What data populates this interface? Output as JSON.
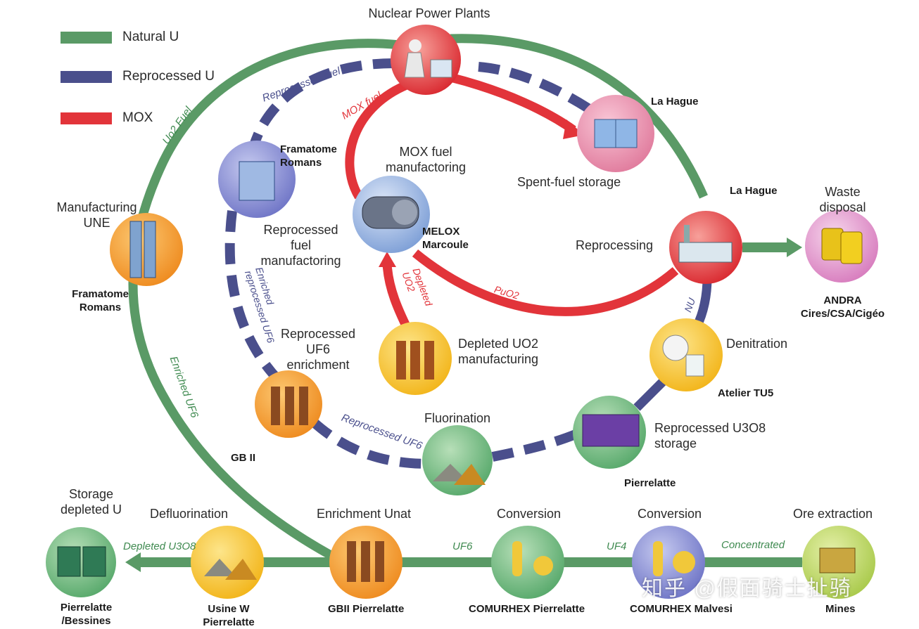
{
  "colors": {
    "natural_u": "#5a9a66",
    "reprocessed_u": "#4a4f8c",
    "mox": "#e2343a"
  },
  "legend": {
    "natural_u": "Natural U",
    "reprocessed_u": "Reprocessed U",
    "mox": "MOX"
  },
  "nodes": {
    "nuclear_power_plants": {
      "title": "Nuclear Power Plants"
    },
    "la_hague_top": {
      "site": "La Hague"
    },
    "spent_fuel_storage": {
      "title": "Spent-fuel storage"
    },
    "reprocessing": {
      "site": "La Hague",
      "title": "Reprocessing"
    },
    "waste_disposal": {
      "title": "Waste\ndisposal",
      "site": "ANDRA\nCires/CSA/Cigéo"
    },
    "mox_fuel_manufacturing": {
      "title": "MOX fuel\nmanufactoring",
      "site": "MELOX\nMarcoule"
    },
    "framatome_romans_top": {
      "site": "Framatome\nRomans"
    },
    "reprocessed_fuel_manufacturing": {
      "title": "Reprocessed\nfuel\nmanufactoring"
    },
    "manufacturing_une": {
      "title": "Manufacturing\nUNE",
      "site": "Framatome\nRomans"
    },
    "reprocessed_uf6_enrichment": {
      "title": "Reprocessed\nUF6\nenrichment",
      "site": "GB II"
    },
    "depleted_uo2_manufacturing": {
      "title": "Depleted UO2\nmanufacturing"
    },
    "denitration": {
      "title": "Denitration",
      "site": "Atelier TU5"
    },
    "fluorination": {
      "title": "Fluorination"
    },
    "reprocessed_u3o8_storage": {
      "title": "Reprocessed U3O8\nstorage",
      "site": "Pierrelatte"
    },
    "storage_depleted_u": {
      "title": "Storage\ndepleted U",
      "site": "Pierrelatte\n/Bessines"
    },
    "defluorination": {
      "title": "Defluorination",
      "site": "Usine W\nPierrelatte"
    },
    "enrichment_unat": {
      "title": "Enrichment Unat",
      "site": "GBII Pierrelatte"
    },
    "conversion_pierrelatte": {
      "title": "Conversion",
      "site": "COMURHEX Pierrelatte"
    },
    "conversion_malvesi": {
      "title": "Conversion",
      "site": "COMURHEX Malvesi"
    },
    "ore_extraction": {
      "title": "Ore extraction",
      "site": "Mines"
    }
  },
  "flow_labels": {
    "uo2_fuel": "Uo2 Fuel",
    "reprocessed_fuel": "Reprocessed fuel",
    "mox_fuel": "MOX fuel",
    "enriched_reprocessed_uf6": "Enriched\nreprocessed UF6",
    "enriched_uf6": "Enriched UF6",
    "depleted_uo2": "Depleted\nUO2",
    "puo2": "PuO2",
    "nu": "NU",
    "reprocessed_uf6": "Reprocessed UF6",
    "depleted_u3o8": "Depleted U3O8",
    "uf6": "UF6",
    "uf4": "UF4",
    "concentrated": "Concentrated"
  },
  "watermark": "知乎 @假面骑士扯骑"
}
